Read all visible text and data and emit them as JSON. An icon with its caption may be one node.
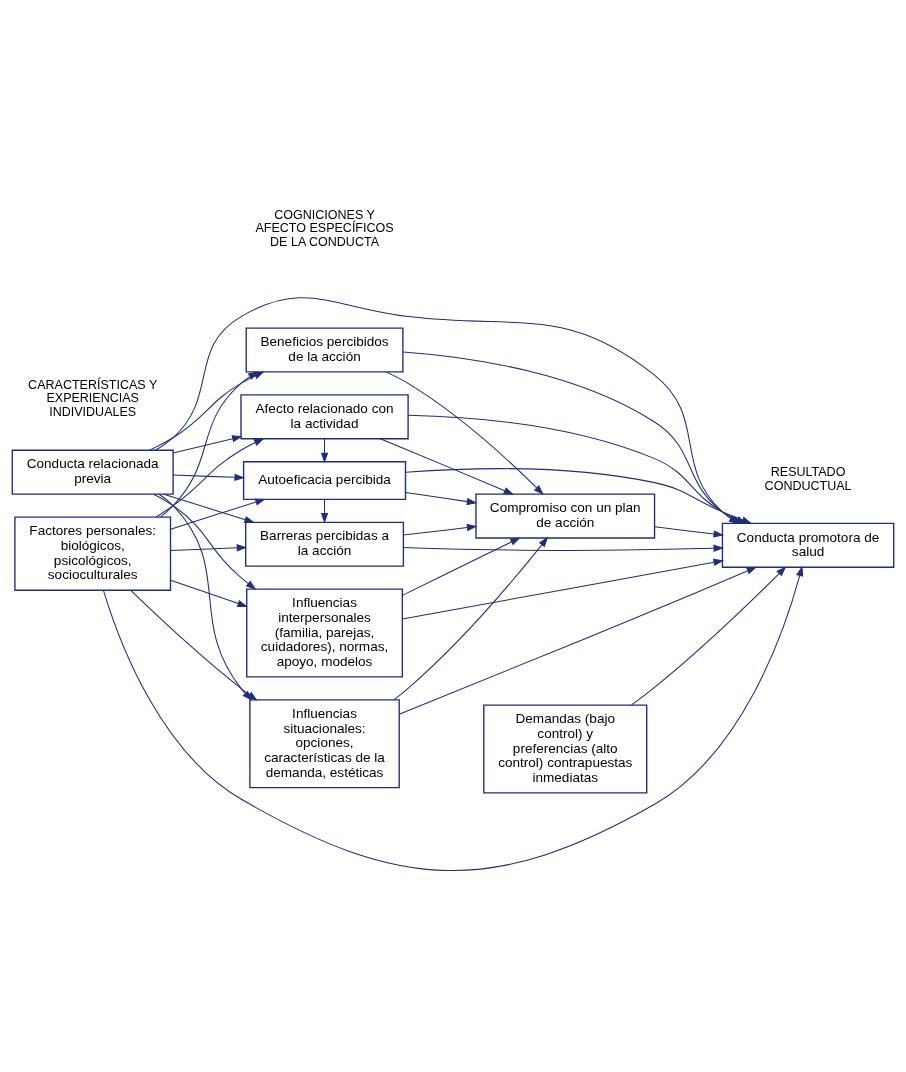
{
  "diagram": {
    "nodes": [
      {
        "text": [
          "Conducta relacionada previa"
        ]
      },
      {
        "text": [
          "Factores personales: biológicos, psicológicos, socioculturales"
        ]
      },
      {
        "text": [
          "Beneficios percibidos de la acción"
        ]
      },
      {
        "text": [
          "Barreras percibidas a la acción"
        ]
      },
      {
        "text": [
          "Autoeficacia percibida"
        ]
      },
      {
        "text": [
          "Afecto relacionado con la actividad"
        ]
      },
      {
        "text": [
          "Influencias interpersonales (familia, parejas, cuidadores), normas, apoyo, modelos"
        ]
      },
      {
        "text": [
          "Influencias situacionales: opciones, características de la demanda, estéticas"
        ]
      },
      {
        "text": [
          "Demandas (bajo control) y preferencias (alto control) contrapuestas inmediatas"
        ]
      },
      {
        "text": [
          "Compromiso con un plan de acción"
        ]
      },
      {
        "text": [
          "Conducta promotora de salud"
        ]
      }
    ],
    "edges": [
      {
        "from": 0,
        "to": 2,
        "arrow": "to"
      },
      {
        "from": 0,
        "to": 3,
        "arrow": "to"
      },
      {
        "from": 0,
        "to": 4,
        "arrow": "to"
      },
      {
        "from": 0,
        "to": 5,
        "arrow": "to"
      },
      {
        "from": 0,
        "to": 6,
        "arrow": "to"
      },
      {
        "from": 0,
        "to": 7,
        "arrow": "to"
      },
      {
        "from": 1,
        "to": 2,
        "arrow": "to"
      },
      {
        "from": 1,
        "to": 3,
        "arrow": "to"
      },
      {
        "from": 1,
        "to": 4,
        "arrow": "to"
      },
      {
        "from": 1,
        "to": 5,
        "arrow": "to"
      },
      {
        "from": 1,
        "to": 6,
        "arrow": "to"
      },
      {
        "from": 1,
        "to": 7,
        "arrow": "to"
      },
      {
        "from": 0,
        "to": 10,
        "arrow": "to"
      },
      {
        "from": 1,
        "to": 10,
        "arrow": "to"
      },
      {
        "from": 4,
        "to": 3,
        "arrow": "to"
      },
      {
        "from": 5,
        "to": 4,
        "arrow": "to"
      },
      {
        "from": 2,
        "to": 10,
        "arrow": "to"
      },
      {
        "from": 3,
        "to": 10,
        "arrow": "to"
      },
      {
        "from": 4,
        "to": 10,
        "arrow": "to"
      },
      {
        "from": 5,
        "to": 10,
        "arrow": "to"
      },
      {
        "from": 2,
        "to": 9,
        "arrow": "to"
      },
      {
        "from": 3,
        "to": 9,
        "arrow": "to"
      },
      {
        "from": 4,
        "to": 9,
        "arrow": "to"
      },
      {
        "from": 5,
        "to": 9,
        "arrow": "to"
      },
      {
        "from": 6,
        "to": 9,
        "arrow": "to"
      },
      {
        "from": 7,
        "to": 9,
        "arrow": "to"
      },
      {
        "from": 6,
        "to": 10,
        "arrow": "to"
      },
      {
        "from": 7,
        "to": 10,
        "arrow": "to"
      },
      {
        "from": 8,
        "to": 10,
        "arrow": "to"
      },
      {
        "from": 9,
        "to": 10,
        "arrow": "to"
      }
    ],
    "labels": [
      "CARACTERÍSTICAS Y EXPERIENCIAS INDIVIDUALES",
      "COGNICIONES Y AFECTO ESPECÍFICOS DE LA CONDUCTA",
      "RESULTADO CONDUCTUAL"
    ]
  }
}
